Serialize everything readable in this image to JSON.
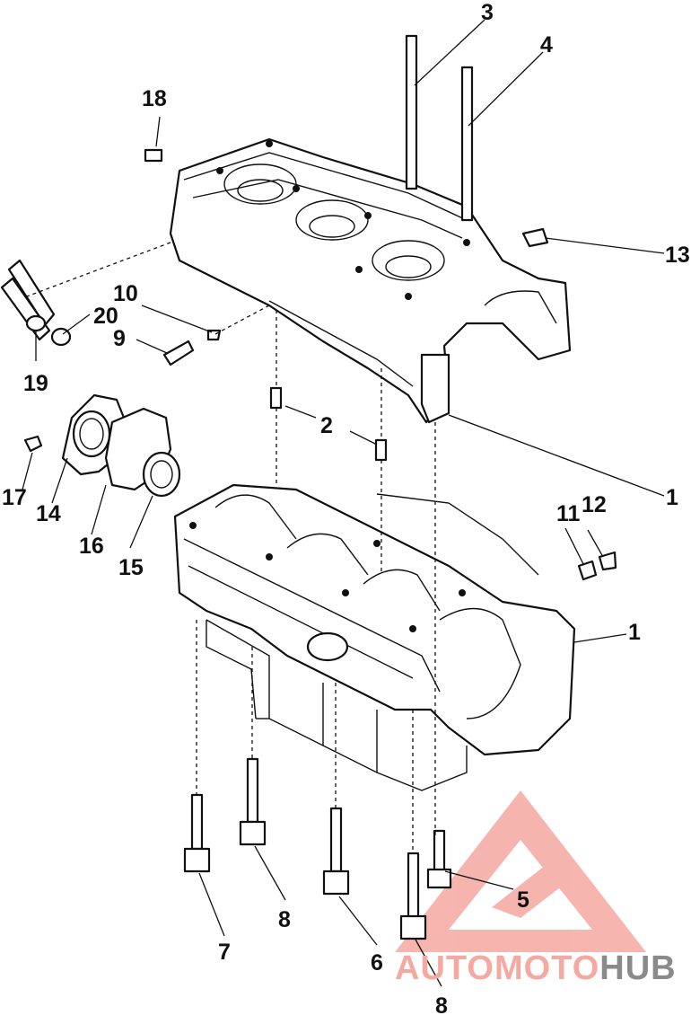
{
  "callouts": {
    "c1a": "1",
    "c1b": "1",
    "c2": "2",
    "c3": "3",
    "c4": "4",
    "c5": "5",
    "c6": "6",
    "c7": "7",
    "c8a": "8",
    "c8b": "8",
    "c9": "9",
    "c10": "10",
    "c11": "11",
    "c12": "12",
    "c13": "13",
    "c14": "14",
    "c15": "15",
    "c16": "16",
    "c17": "17",
    "c18": "18",
    "c19": "19",
    "c20": "20"
  },
  "watermark": {
    "part1": "AUTO",
    "part2": "MOTO",
    "part3": "HUB",
    "color_light": "#f4a9a1",
    "color_dark": "#8a8a8a"
  }
}
